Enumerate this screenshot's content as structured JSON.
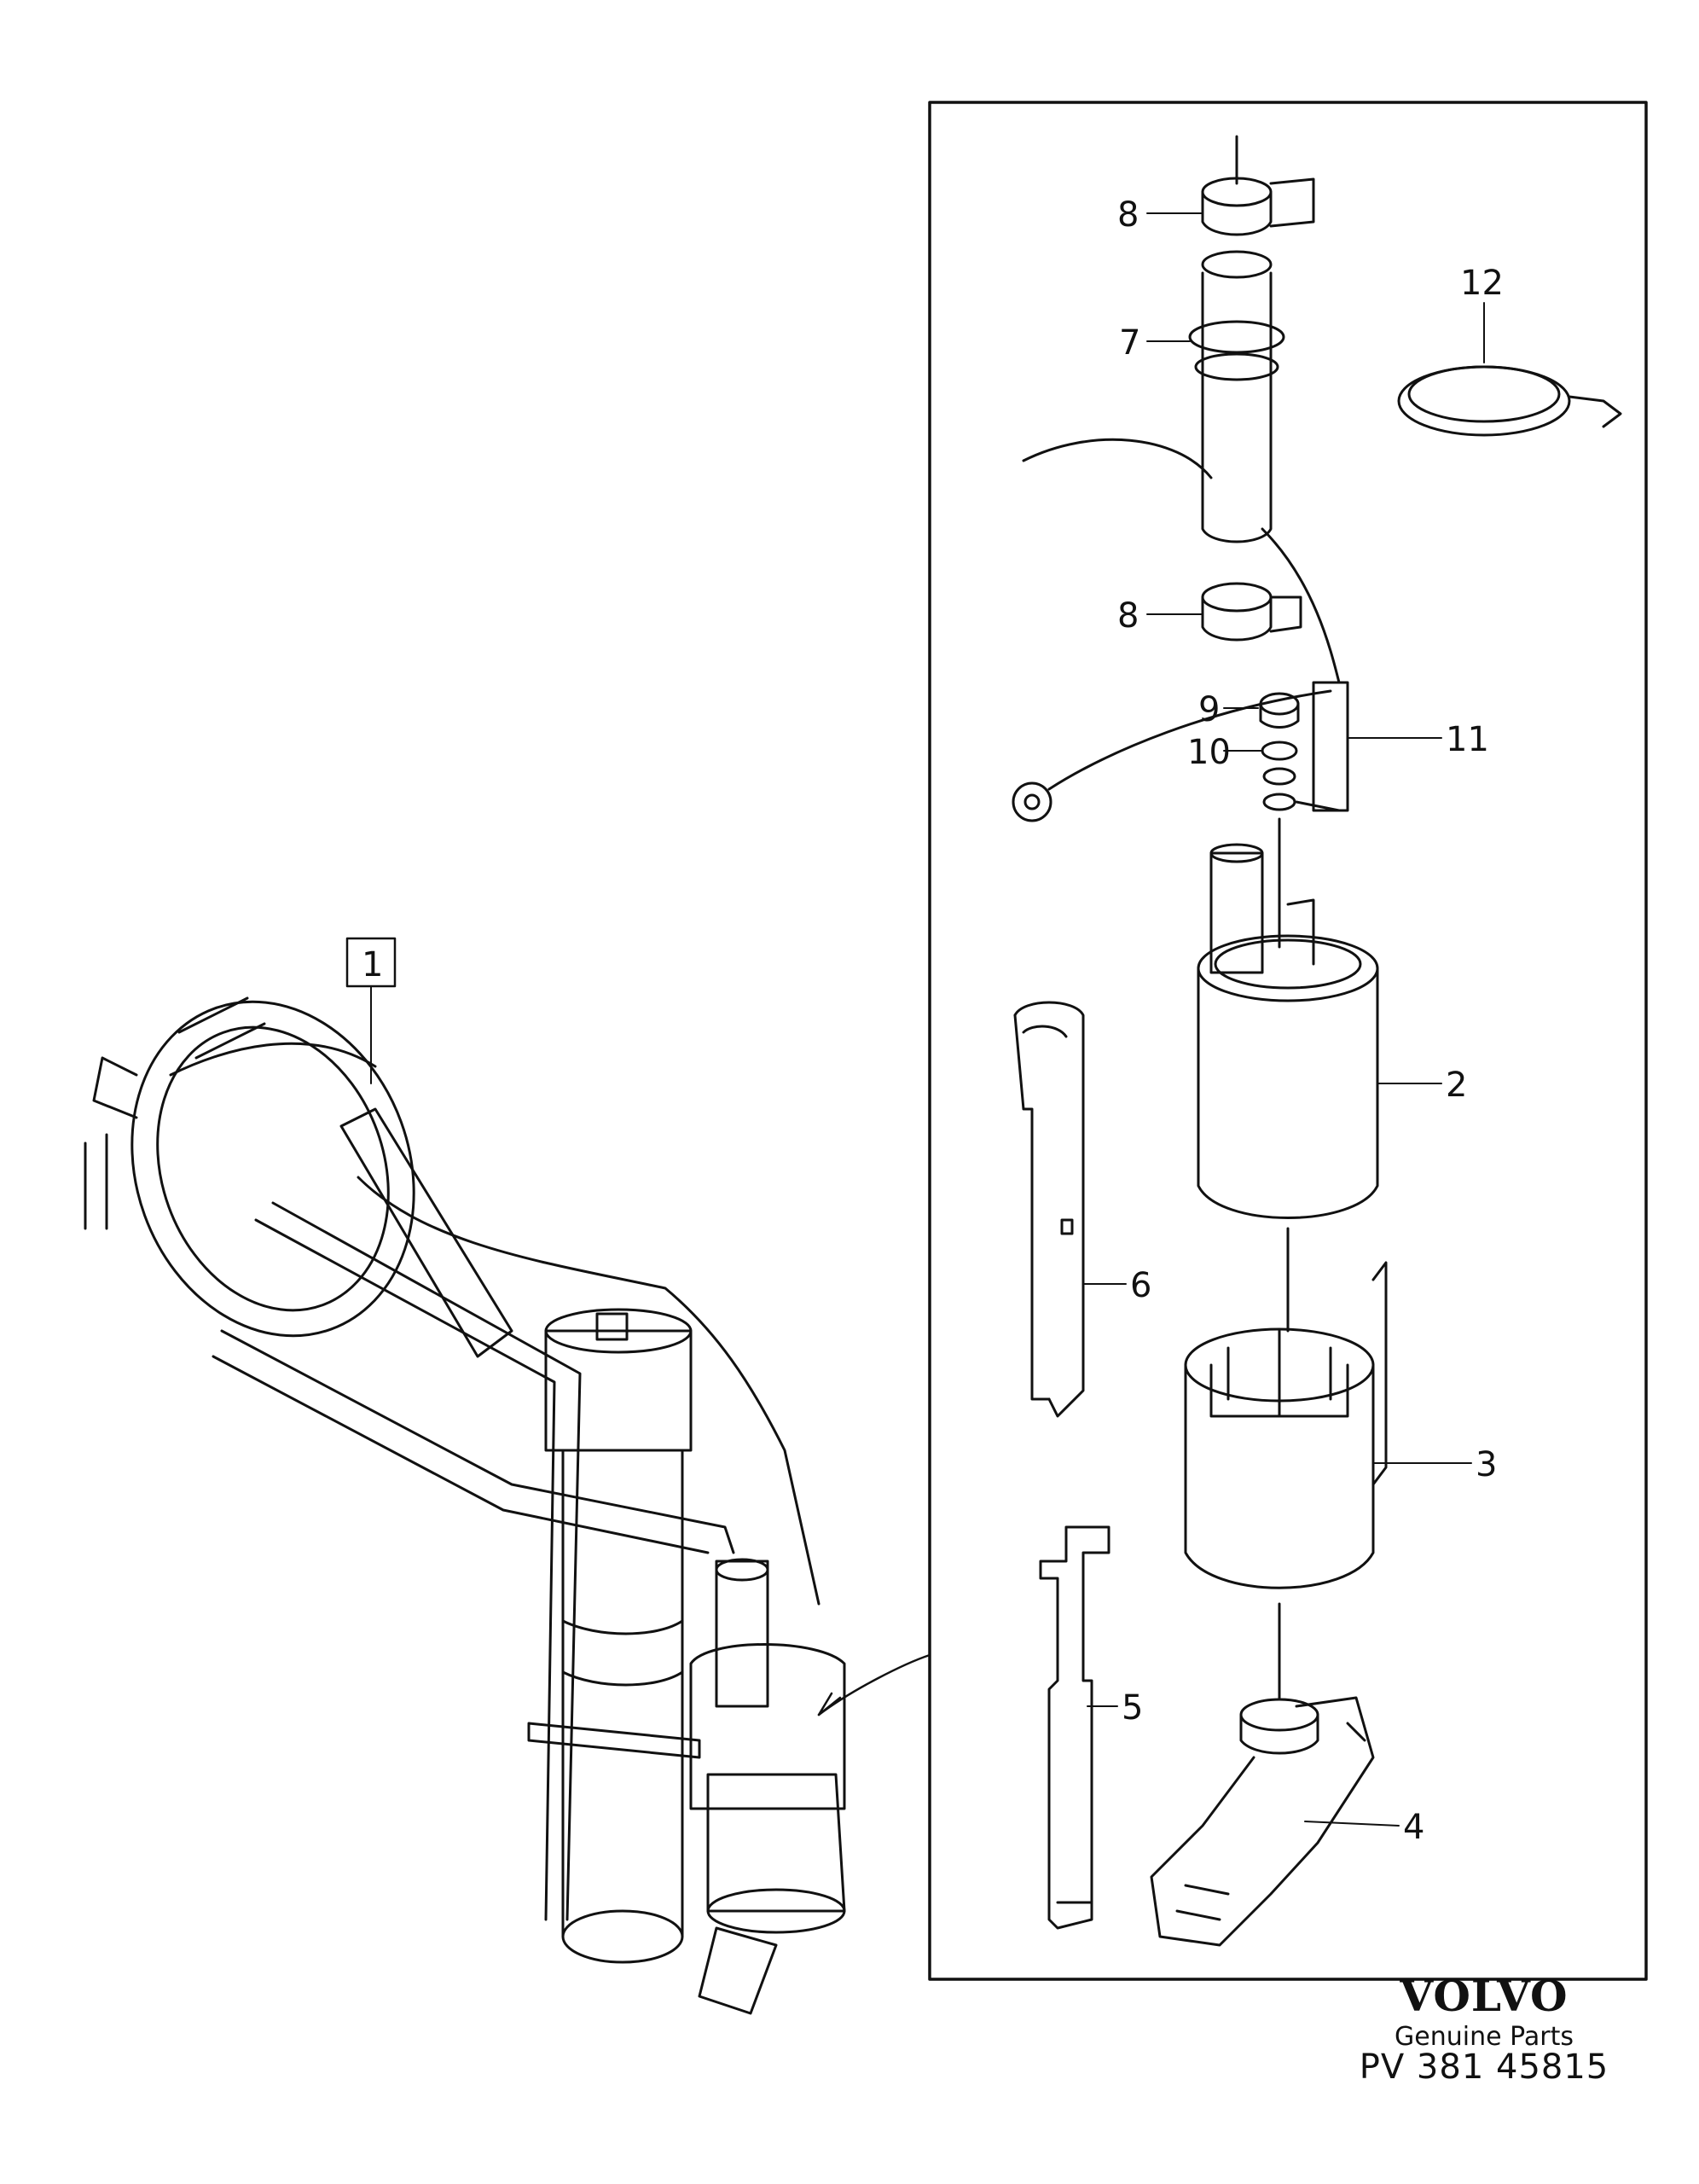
{
  "callouts": {
    "c1": "1",
    "c2": "2",
    "c3": "3",
    "c4": "4",
    "c5": "5",
    "c6": "6",
    "c7": "7",
    "c8a": "8",
    "c8b": "8",
    "c9": "9",
    "c10": "10",
    "c11": "11",
    "c12": "12"
  },
  "footer": {
    "brand": "VOLVO",
    "subtitle": "Genuine Parts",
    "code": "PV 381 45815"
  }
}
